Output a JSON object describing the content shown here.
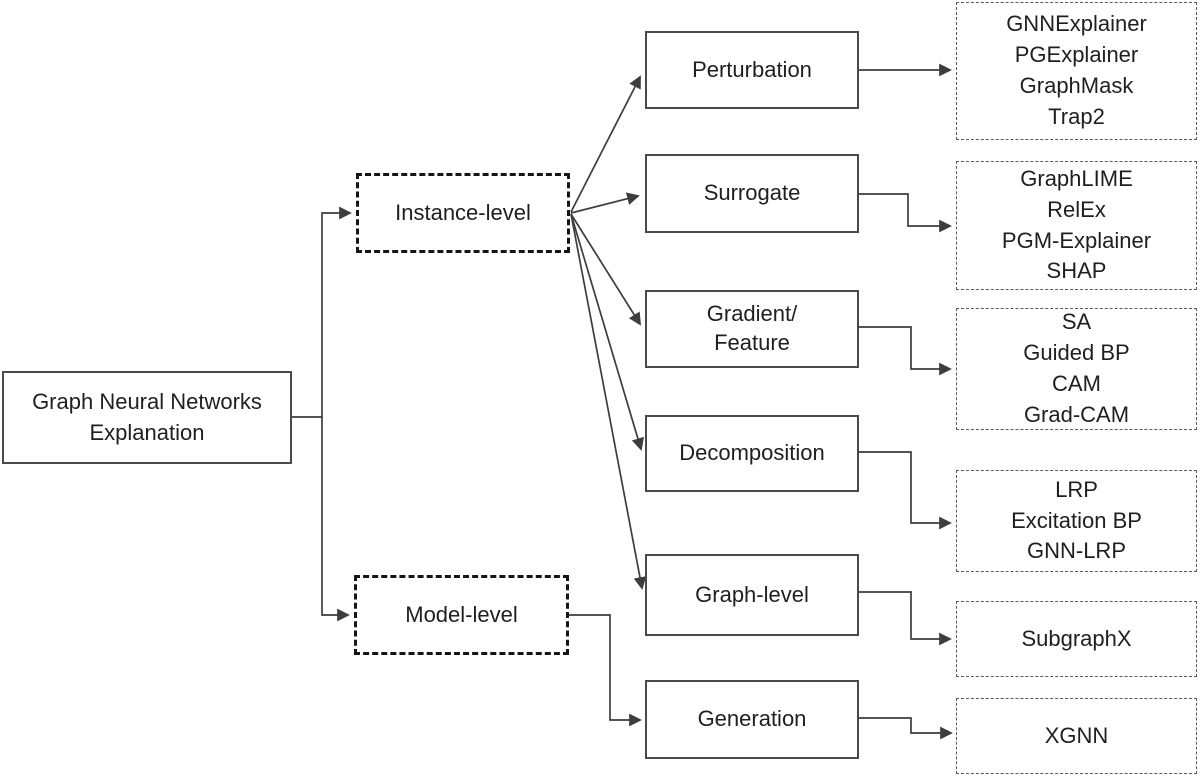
{
  "title": "GNN explanation taxonomy diagram",
  "colors": {
    "background": "#ffffff",
    "box_border": "#4a4a4a",
    "dashed_border": "#151515",
    "text": "#1f1f1f",
    "arrow": "#3d3d3d"
  },
  "nodes": {
    "root": {
      "lines": [
        "Graph Neural Networks",
        "Explanation"
      ]
    },
    "instance_level": {
      "label": "Instance-level"
    },
    "model_level": {
      "label": "Model-level"
    },
    "perturbation": {
      "label": "Perturbation"
    },
    "surrogate": {
      "label": "Surrogate"
    },
    "gradient_feature": {
      "lines": [
        "Gradient/",
        "Feature"
      ]
    },
    "decomposition": {
      "label": "Decomposition"
    },
    "graph_level": {
      "label": "Graph-level"
    },
    "generation": {
      "label": "Generation"
    },
    "perturbation_methods": {
      "lines": [
        "GNNExplainer",
        "PGExplainer",
        "GraphMask",
        "Trap2"
      ]
    },
    "surrogate_methods": {
      "lines": [
        "GraphLIME",
        "RelEx",
        "PGM-Explainer",
        "SHAP"
      ]
    },
    "gradient_methods": {
      "lines": [
        "SA",
        "Guided BP",
        "CAM",
        "Grad-CAM"
      ]
    },
    "decomposition_methods": {
      "lines": [
        "LRP",
        "Excitation BP",
        "GNN-LRP"
      ]
    },
    "graph_level_methods": {
      "lines": [
        "SubgraphX"
      ]
    },
    "generation_methods": {
      "lines": [
        "XGNN"
      ]
    }
  },
  "edges": [
    {
      "from": "root",
      "to": "instance_level"
    },
    {
      "from": "root",
      "to": "model_level"
    },
    {
      "from": "instance_level",
      "to": "perturbation"
    },
    {
      "from": "instance_level",
      "to": "surrogate"
    },
    {
      "from": "instance_level",
      "to": "gradient_feature"
    },
    {
      "from": "instance_level",
      "to": "decomposition"
    },
    {
      "from": "instance_level",
      "to": "graph_level"
    },
    {
      "from": "model_level",
      "to": "generation"
    },
    {
      "from": "perturbation",
      "to": "perturbation_methods"
    },
    {
      "from": "surrogate",
      "to": "surrogate_methods"
    },
    {
      "from": "gradient_feature",
      "to": "gradient_methods"
    },
    {
      "from": "decomposition",
      "to": "decomposition_methods"
    },
    {
      "from": "graph_level",
      "to": "graph_level_methods"
    },
    {
      "from": "generation",
      "to": "generation_methods"
    }
  ]
}
